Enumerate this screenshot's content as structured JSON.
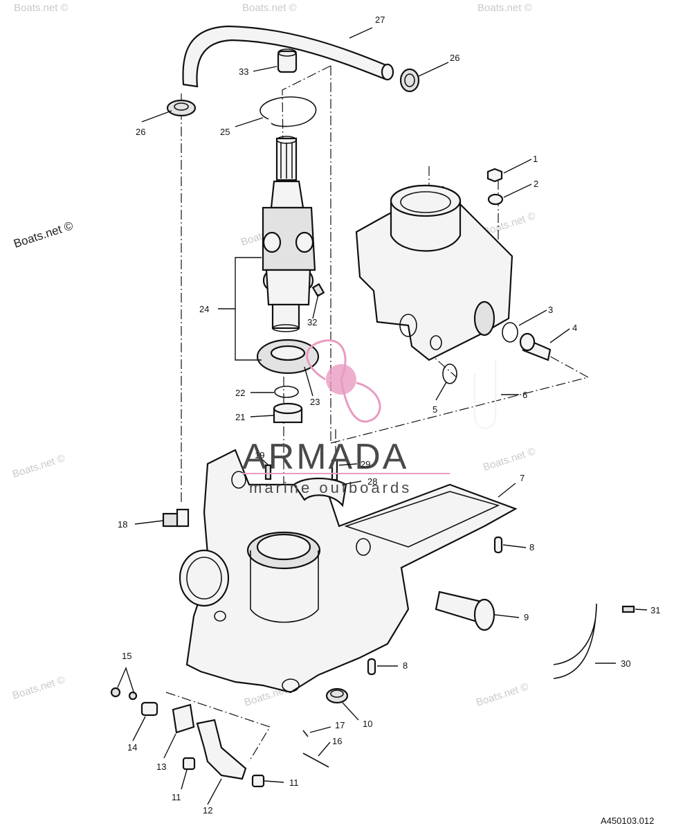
{
  "diagram": {
    "watermark_text": "Boats.net ©",
    "logo_name": "ARMADA",
    "logo_tagline": "marine outboards",
    "drawing_number": "A450103.012",
    "callouts": [
      "1",
      "2",
      "3",
      "4",
      "5",
      "6",
      "7",
      "8",
      "8",
      "9",
      "10",
      "11",
      "11",
      "12",
      "13",
      "14",
      "15",
      "16",
      "17",
      "18",
      "19",
      "21",
      "22",
      "23",
      "24",
      "25",
      "26",
      "26",
      "27",
      "28",
      "29",
      "30",
      "31",
      "32",
      "33"
    ]
  }
}
